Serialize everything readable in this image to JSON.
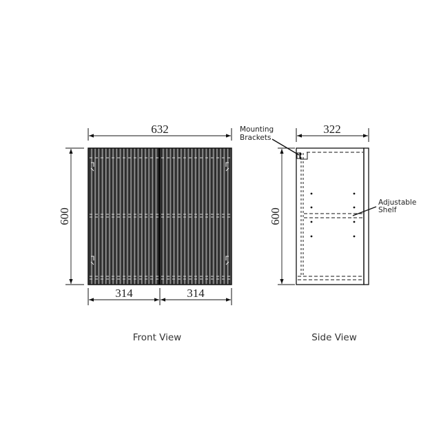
{
  "front_view": {
    "title": "Front View",
    "width_label": "632",
    "height_label": "600",
    "door_left_label": "314",
    "door_right_label": "314",
    "panel_color": "#4a4a4a",
    "slat_color": "#2a2a2a",
    "slat_highlight": "#8a8a8a"
  },
  "side_view": {
    "title": "Side View",
    "width_label": "322",
    "height_label": "600",
    "callouts": {
      "mounting_brackets_line1": "Mounting",
      "mounting_brackets_line2": "Brackets",
      "adjustable_shelf_line1": "Adjustable",
      "adjustable_shelf_line2": "Shelf"
    }
  },
  "colors": {
    "line": "#111111",
    "background": "#ffffff"
  }
}
